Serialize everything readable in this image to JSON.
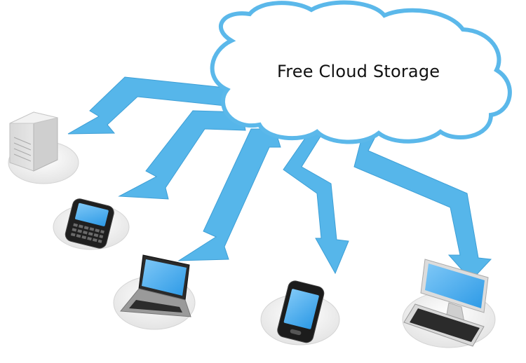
{
  "diagram": {
    "cloud_label": "Free Cloud Storage",
    "devices": [
      {
        "name": "server",
        "icon": "server-icon"
      },
      {
        "name": "blackberry-phone",
        "icon": "keyboard-phone-icon"
      },
      {
        "name": "laptop",
        "icon": "laptop-icon"
      },
      {
        "name": "smartphone",
        "icon": "smartphone-icon"
      },
      {
        "name": "desktop-computer",
        "icon": "desktop-icon"
      }
    ],
    "colors": {
      "arrow": "#56b6ea",
      "cloud_outline": "#5bb8ea",
      "screen": "#3fa9f5",
      "platform": "#eeeeee"
    }
  }
}
